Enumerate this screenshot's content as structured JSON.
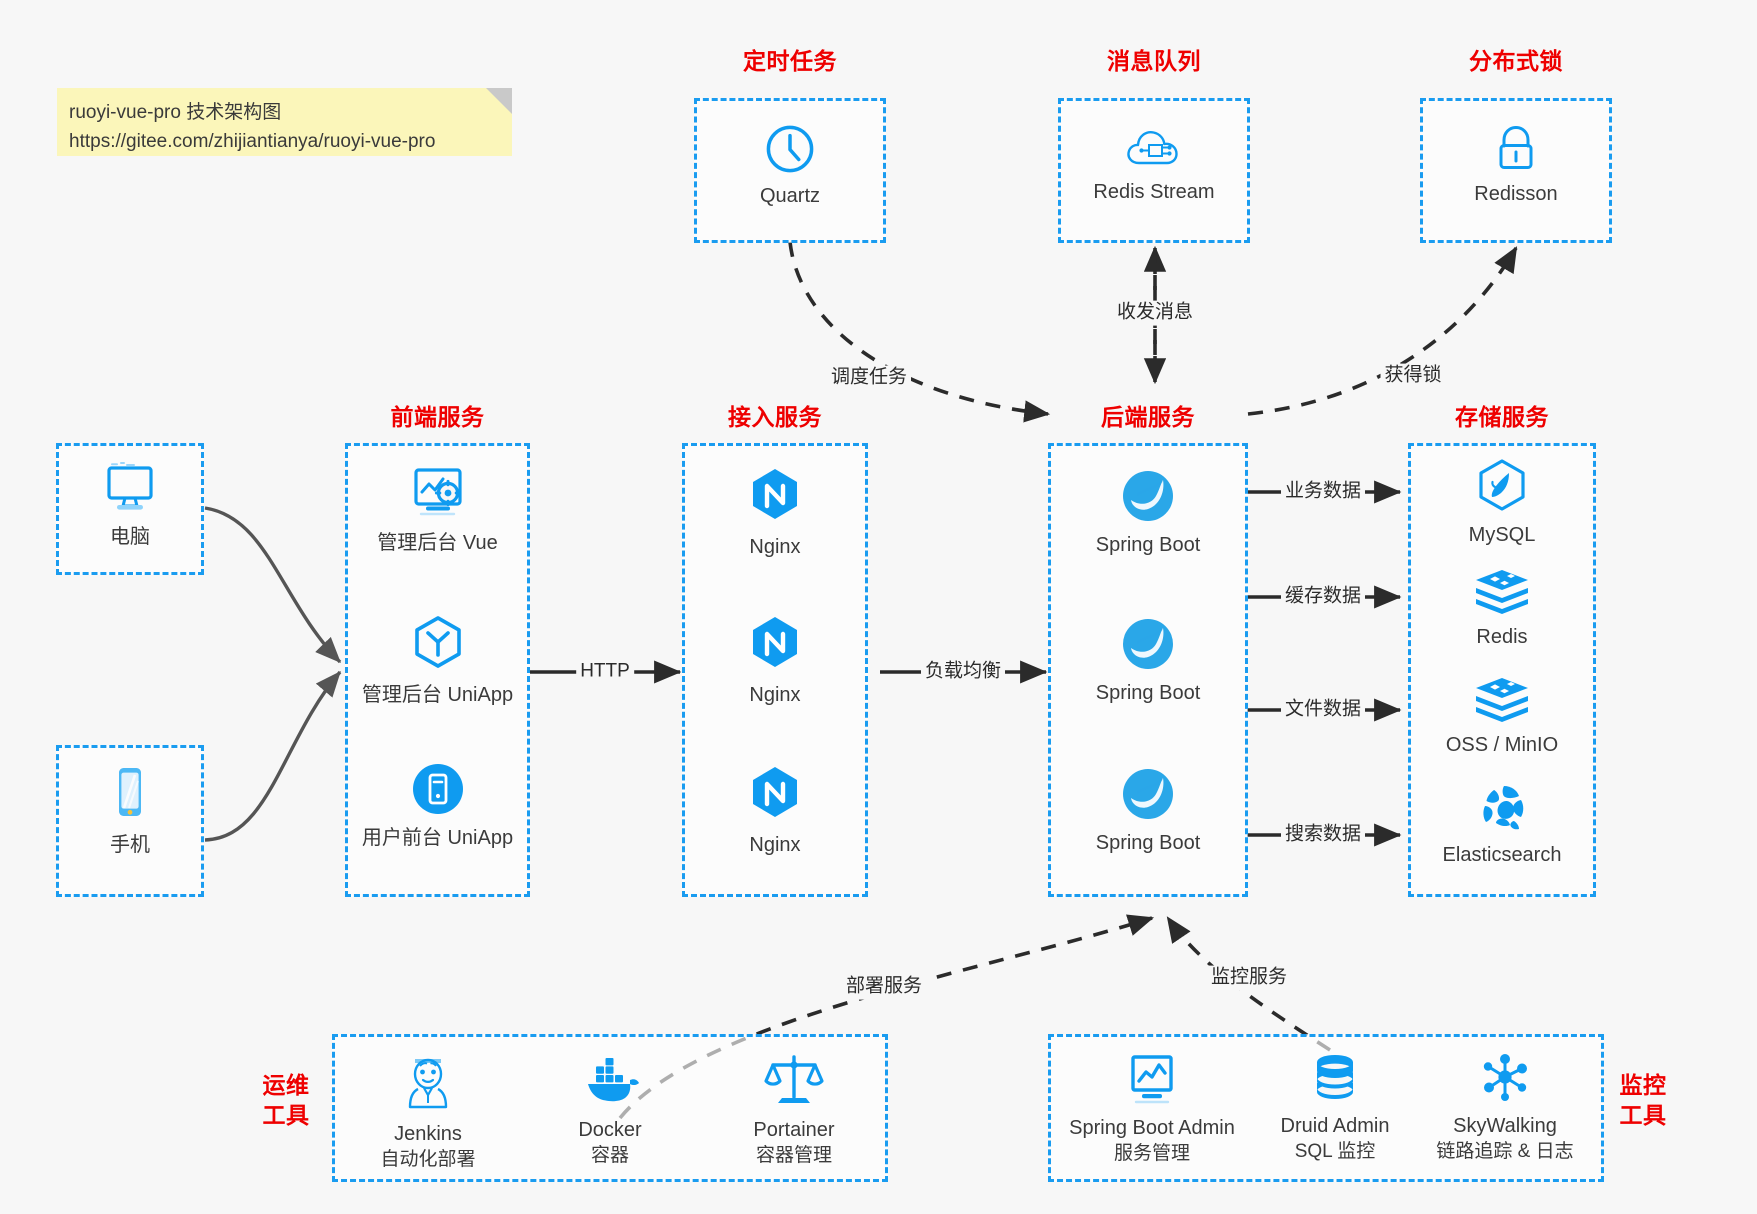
{
  "note": {
    "line1": "ruoyi-vue-pro 技术架构图",
    "line2": "https://gitee.com/zhijiantianya/ruoyi-vue-pro"
  },
  "colors": {
    "accent_blue": "#1a9cf0",
    "icon_blue": "#0f9bf0",
    "title_red": "#ee0000",
    "note_yellow": "#fbf6ba",
    "background": "#f7f7f7",
    "edge_gray": "#4a4a4a",
    "text_dark": "#3b3b3b"
  },
  "groups": {
    "scheduler": {
      "title": "定时任务",
      "nodes": [
        {
          "label": "Quartz",
          "icon": "clock-icon"
        }
      ]
    },
    "mq": {
      "title": "消息队列",
      "nodes": [
        {
          "label": "Redis Stream",
          "icon": "cloud-stream-icon"
        }
      ]
    },
    "lock": {
      "title": "分布式锁",
      "nodes": [
        {
          "label": "Redisson",
          "icon": "lock-icon"
        }
      ]
    },
    "clients": {
      "pc": {
        "label": "电脑",
        "icon": "desktop-icon"
      },
      "mobile": {
        "label": "手机",
        "icon": "smartphone-icon"
      }
    },
    "frontend": {
      "title": "前端服务",
      "nodes": [
        {
          "label": "管理后台 Vue",
          "icon": "dashboard-gear-icon"
        },
        {
          "label": "管理后台 UniApp",
          "icon": "uniapp-hex-icon"
        },
        {
          "label": "用户前台 UniApp",
          "icon": "mobile-circle-icon"
        }
      ]
    },
    "gateway": {
      "title": "接入服务",
      "nodes": [
        {
          "label": "Nginx",
          "icon": "nginx-icon"
        },
        {
          "label": "Nginx",
          "icon": "nginx-icon"
        },
        {
          "label": "Nginx",
          "icon": "nginx-icon"
        }
      ]
    },
    "backend": {
      "title": "后端服务",
      "nodes": [
        {
          "label": "Spring Boot",
          "icon": "spring-leaf-icon"
        },
        {
          "label": "Spring Boot",
          "icon": "spring-leaf-icon"
        },
        {
          "label": "Spring Boot",
          "icon": "spring-leaf-icon"
        }
      ]
    },
    "storage": {
      "title": "存储服务",
      "nodes": [
        {
          "label": "MySQL",
          "icon": "mysql-dolphin-icon"
        },
        {
          "label": "Redis",
          "icon": "redis-stack-icon"
        },
        {
          "label": "OSS / MinIO",
          "icon": "redis-stack-icon"
        },
        {
          "label": "Elasticsearch",
          "icon": "elasticsearch-icon"
        }
      ]
    },
    "devops": {
      "title": "运维\n工具",
      "title_l1": "运维",
      "title_l2": "工具",
      "nodes": [
        {
          "label": "Jenkins",
          "sub": "自动化部署",
          "icon": "jenkins-butler-icon"
        },
        {
          "label": "Docker",
          "sub": "容器",
          "icon": "docker-whale-icon"
        },
        {
          "label": "Portainer",
          "sub": "容器管理",
          "icon": "scales-icon"
        }
      ]
    },
    "monitor": {
      "title_l1": "监控",
      "title_l2": "工具",
      "nodes": [
        {
          "label": "Spring Boot Admin",
          "sub": "服务管理",
          "icon": "monitor-chart-icon"
        },
        {
          "label": "Druid Admin",
          "sub": "SQL 监控",
          "icon": "database-icon"
        },
        {
          "label": "SkyWalking",
          "sub": "链路追踪 & 日志",
          "icon": "skywalking-icon"
        }
      ]
    }
  },
  "edges": [
    {
      "id": "http",
      "label": "HTTP"
    },
    {
      "id": "lb",
      "label": "负载均衡"
    },
    {
      "id": "schedule",
      "label": "调度任务"
    },
    {
      "id": "messages",
      "label": "收发消息"
    },
    {
      "id": "acquire_lock",
      "label": "获得锁"
    },
    {
      "id": "business_data",
      "label": "业务数据"
    },
    {
      "id": "cache_data",
      "label": "缓存数据"
    },
    {
      "id": "file_data",
      "label": "文件数据"
    },
    {
      "id": "search_data",
      "label": "搜索数据"
    },
    {
      "id": "deploy_service",
      "label": "部署服务"
    },
    {
      "id": "monitor_service",
      "label": "监控服务"
    }
  ]
}
